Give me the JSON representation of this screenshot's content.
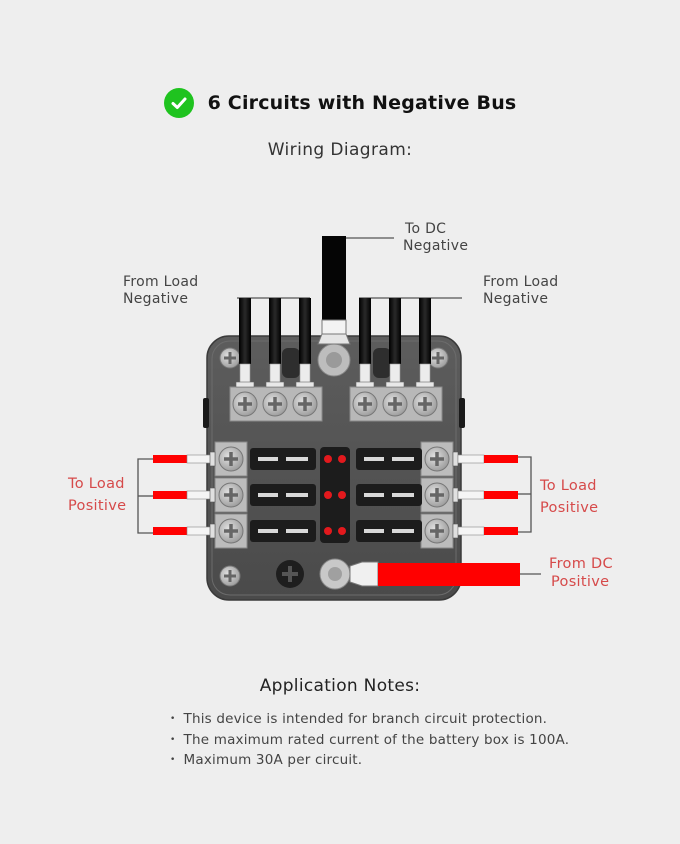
{
  "header": {
    "check_icon": "check-circle-icon",
    "title": "6 Circuits with Negative Bus",
    "subtitle": "Wiring Diagram:"
  },
  "diagram": {
    "labels": {
      "to_dc_negative": [
        "To DC",
        "Negative"
      ],
      "from_load_negative_left": [
        "From Load",
        "Negative"
      ],
      "from_load_negative_right": [
        "From Load",
        "Negative"
      ],
      "to_load_positive_left": [
        "To Load",
        "Positive"
      ],
      "to_load_positive_right": [
        "To Load",
        "Positive"
      ],
      "from_dc_positive": [
        "From DC",
        "Positive"
      ]
    },
    "circuits": 6,
    "negative_terminals": 6,
    "indicator_leds": 6,
    "colors": {
      "positive_wire": "#ff0000",
      "negative_wire": "#0a0a0a",
      "positive_label": "#d64a4a",
      "check": "#1fc31f"
    }
  },
  "notes": {
    "title": "Application Notes:",
    "items": [
      "This device is intended for branch circuit protection.",
      "The maximum rated current of the battery box is 100A.",
      "Maximum 30A per circuit."
    ]
  }
}
